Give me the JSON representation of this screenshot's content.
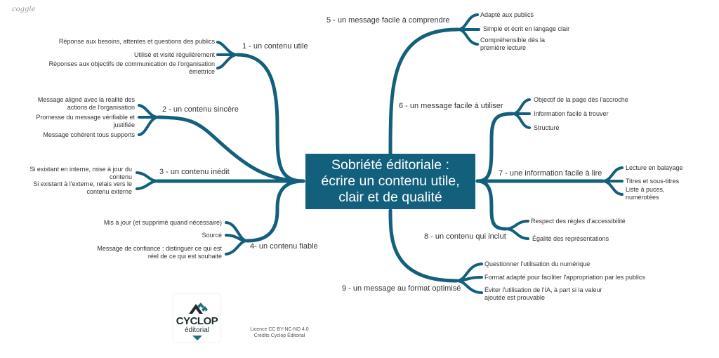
{
  "brand": "coggle",
  "colors": {
    "branch": "#13607c",
    "center_bg": "#13607c",
    "text": "#333333"
  },
  "center": {
    "title": "Sobriété éditoriale :\nécrire un contenu utile,\nclair et de qualité"
  },
  "branches": [
    {
      "label": "1 - un contenu utile",
      "leaves": [
        "Réponse aux besoins, attentes et questions des publics",
        "Utilisé et visité régulièrement",
        "Réponses aux objectifs de communication de l'organisation émettrice"
      ]
    },
    {
      "label": "2 - un contenu sincère",
      "leaves": [
        "Message aligné avec la réalité des actions de l'organisation",
        "Promesse du message vérifiable et justifiée",
        "Message cohérent tous supports"
      ]
    },
    {
      "label": "3 - un contenu inédit",
      "leaves": [
        "Si existant en interne, mise à jour du contenu",
        "Si existant à l'externe, relais vers le contenu externe"
      ]
    },
    {
      "label": "4- un contenu fiable",
      "leaves": [
        "Mis à jour (et supprimé quand nécessaire)",
        "Sourcé",
        "Message de confiance : distinguer ce qui est réel de ce qui est souhaité"
      ]
    },
    {
      "label": "5 - un message facile à comprendre",
      "leaves": [
        "Adapté aux publics",
        "Simple et écrit en langage clair",
        "Compréhensible dès la première lecture"
      ]
    },
    {
      "label": "6 - un message facile à utiliser",
      "leaves": [
        "Objectif de la page dès l'accroche",
        "Information facile à trouver",
        "Structuré"
      ]
    },
    {
      "label": "7 - une information facile à lire",
      "leaves": [
        "Lecture en balayage",
        "Titres et sous-titres",
        "Liste à puces, numérotées"
      ]
    },
    {
      "label": "8 - un contenu qui inclut",
      "leaves": [
        "Respect des règles d'accessibilité",
        "Égalité des représentations"
      ]
    },
    {
      "label": "9 - un message au format optimisé",
      "leaves": [
        "Questionner l'utilisation du numérique",
        "Format adapté pour faciliter l'appropriation par les publics",
        "Éviter l'utilisation de l'IA, à part si la valeur ajoutée est prouvable"
      ]
    }
  ],
  "logo": {
    "name": "CYCLOP",
    "subtitle": "éditorial"
  },
  "credits": {
    "line1": "Licence CC BY-NC-ND 4.0",
    "line2": "Crédits Cyclop Éditorial"
  }
}
